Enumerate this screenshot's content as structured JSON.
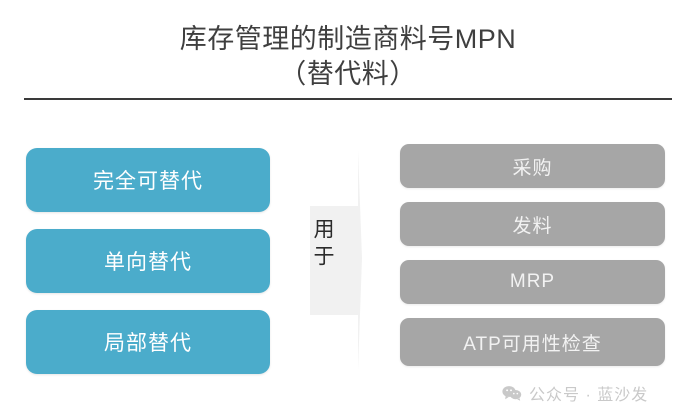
{
  "slide": {
    "title_line_1": "库存管理的制造商料号MPN",
    "title_line_2": "（替代料）",
    "divider": "horizontal-rule"
  },
  "left_column": {
    "accent_color": "#4BACCB",
    "items": [
      {
        "label": "完全可替代"
      },
      {
        "label": "单向替代"
      },
      {
        "label": "局部替代"
      }
    ]
  },
  "connector": {
    "label": "用于",
    "fill_color": "#F1F1F1",
    "direction": "right"
  },
  "right_column": {
    "accent_color": "#A6A6A6",
    "items": [
      {
        "label": "采购"
      },
      {
        "label": "发料"
      },
      {
        "label": "MRP"
      },
      {
        "label": "ATP可用性检查"
      }
    ]
  },
  "watermark": {
    "icon": "wechat-bubble-icon",
    "text": "公众号 · 蓝沙发",
    "color": "#C9C9C9"
  }
}
